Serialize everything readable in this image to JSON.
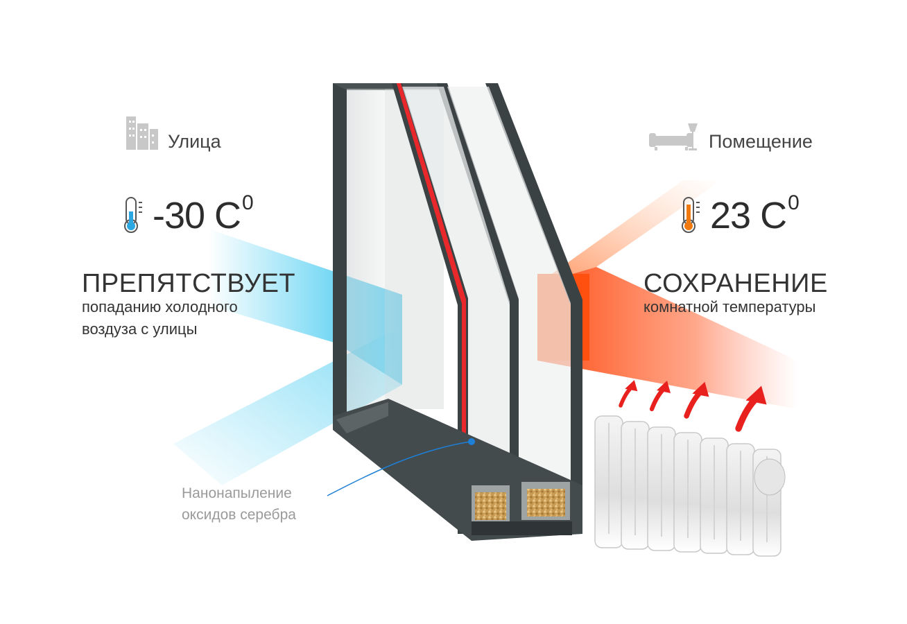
{
  "outside": {
    "icon": "buildings-icon",
    "label": "Улица",
    "temperature": "-30 C",
    "degree": "0",
    "thermometer_icon": "thermometer-cold-icon",
    "thermometer_color": "#2aa6e0",
    "heading": "ПРЕПЯТСТВУЕТ",
    "subtext_line1": "попаданию холодного",
    "subtext_line2": "воздуза с улицы"
  },
  "inside": {
    "icon": "sofa-lamp-icon",
    "label": "Помещение",
    "temperature": "23 C",
    "degree": "0",
    "thermometer_icon": "thermometer-warm-icon",
    "thermometer_color": "#f07a10",
    "heading": "СОХРАНЕНИЕ",
    "subtext_line1": "комнатной температуры"
  },
  "callout": {
    "line1": "Нанонапыление",
    "line2": "оксидов серебра"
  },
  "colors": {
    "cold_beam": "#29c3ee",
    "warm_beam": "#ff5a1a",
    "frame": "#3b4243",
    "coating": "#e8282a",
    "heat_arrow": "#e8201e"
  }
}
